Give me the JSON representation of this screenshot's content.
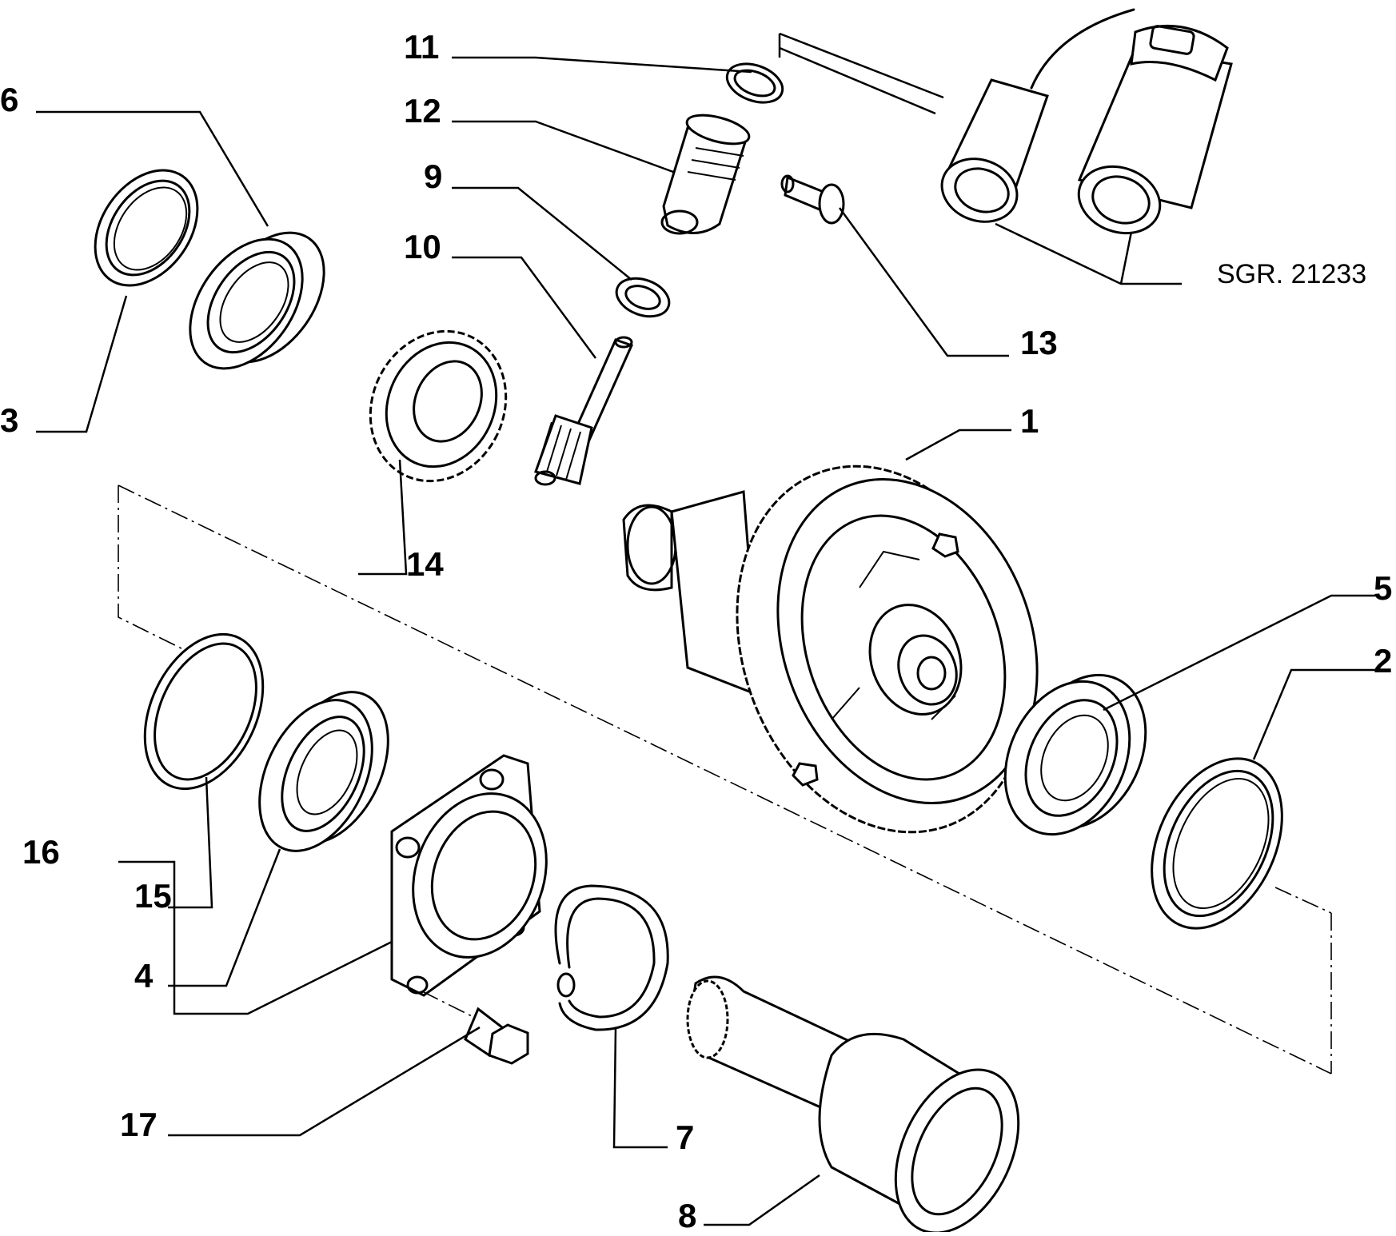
{
  "diagram": {
    "reference_code": "SGR. 21233",
    "callouts": {
      "c1": "1",
      "c2": "2",
      "c3": "3",
      "c4": "4",
      "c5": "5",
      "c6": "6",
      "c7": "7",
      "c8": "8",
      "c9": "9",
      "c10": "10",
      "c11": "11",
      "c12": "12",
      "c13": "13",
      "c14": "14",
      "c15": "15",
      "c16": "16",
      "c17": "17"
    }
  }
}
